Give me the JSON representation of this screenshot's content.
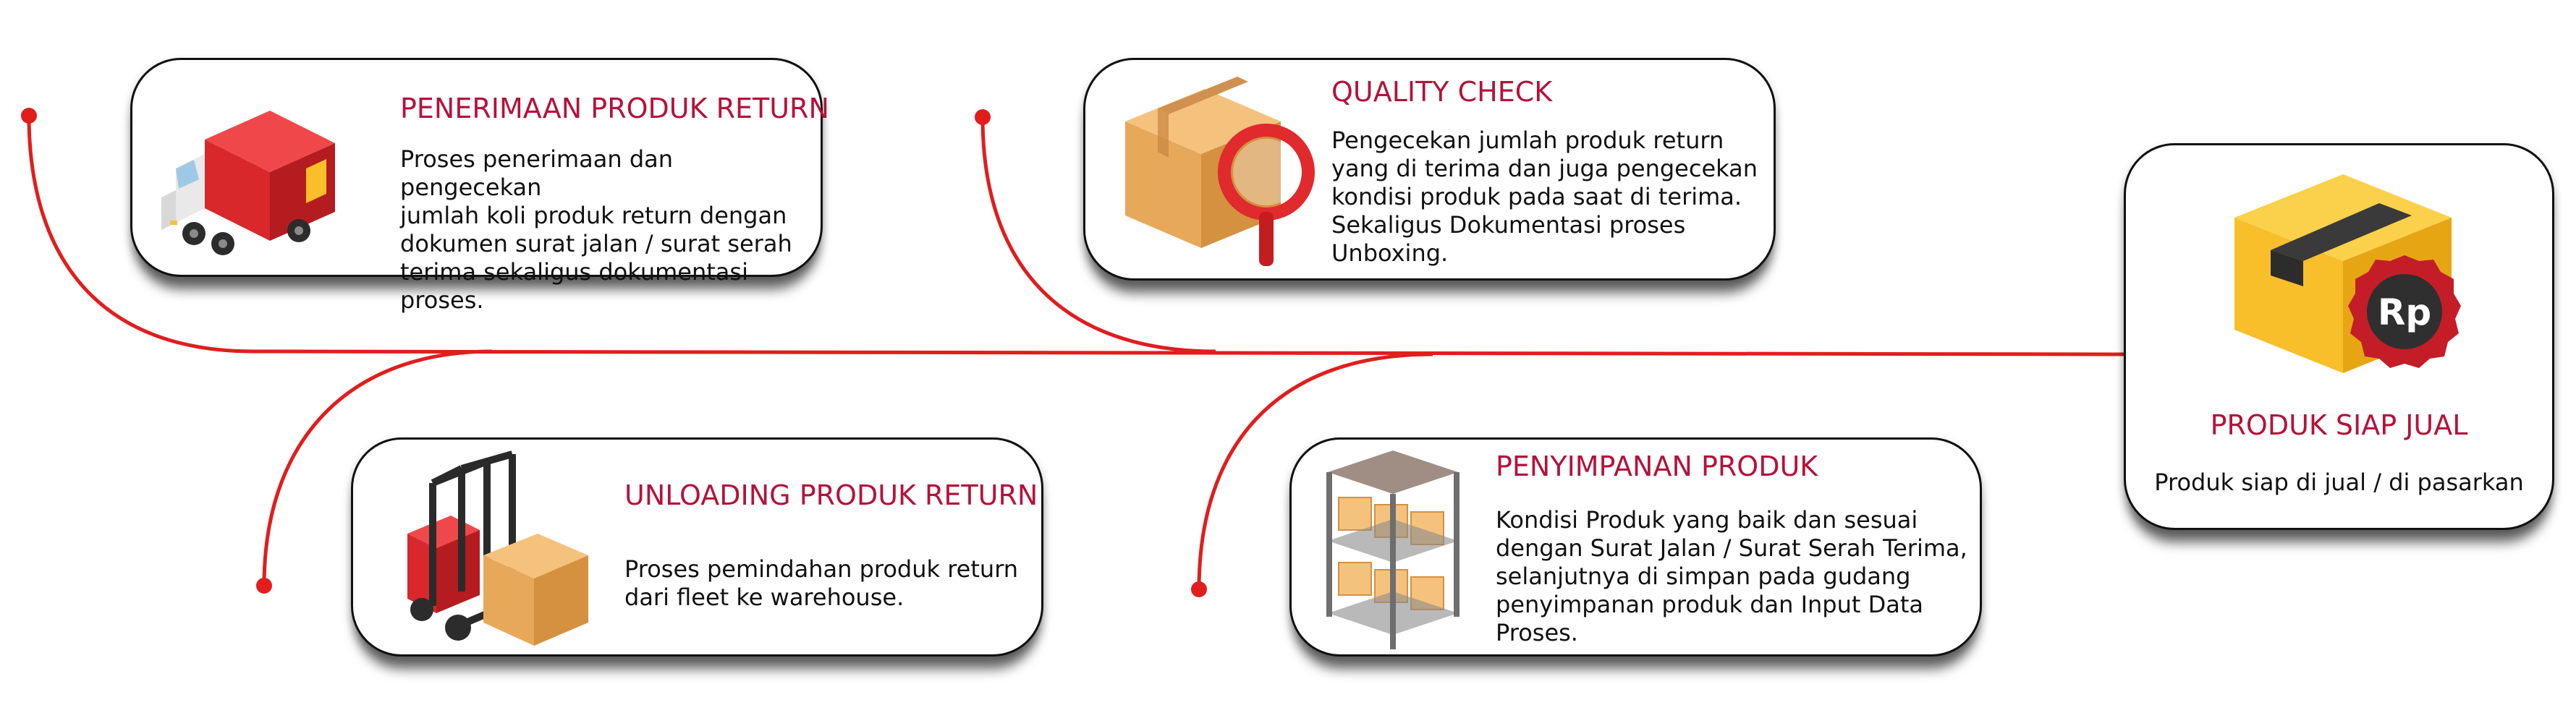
{
  "colors": {
    "accent_red": "#e11d1d",
    "title_red": "#b5123a",
    "border": "#111111",
    "box_tan": "#e8a85a",
    "box_yellow": "#f8bf2a"
  },
  "steps": [
    {
      "title": "PENERIMAAN PRODUK RETURN",
      "description": "Proses penerimaan dan pengecekan\njumlah koli  produk return dengan\ndokumen surat jalan / surat serah\nterima sekaligus dokumentasi proses.",
      "icon": "delivery-truck-icon"
    },
    {
      "title": "UNLOADING PRODUK RETURN",
      "description": "Proses pemindahan produk return\ndari fleet ke warehouse.",
      "icon": "forklift-icon"
    },
    {
      "title": "QUALITY CHECK",
      "description": "Pengecekan jumlah produk return\nyang di terima dan juga pengecekan\nkondisi produk pada saat di terima.\nSekaligus Dokumentasi proses\nUnboxing.",
      "icon": "box-magnifier-icon"
    },
    {
      "title": "PENYIMPANAN PRODUK",
      "description": "Kondisi Produk yang baik dan sesuai\ndengan Surat Jalan / Surat Serah Terima,\nselanjutnya di simpan pada gudang\npenyimpanan produk dan Input Data\nProses.",
      "icon": "storage-shelf-icon"
    },
    {
      "title": "PRODUK SIAP JUAL",
      "description": "Produk siap di jual / di pasarkan",
      "icon": "price-tag-box-icon",
      "badge_text": "Rp"
    }
  ]
}
